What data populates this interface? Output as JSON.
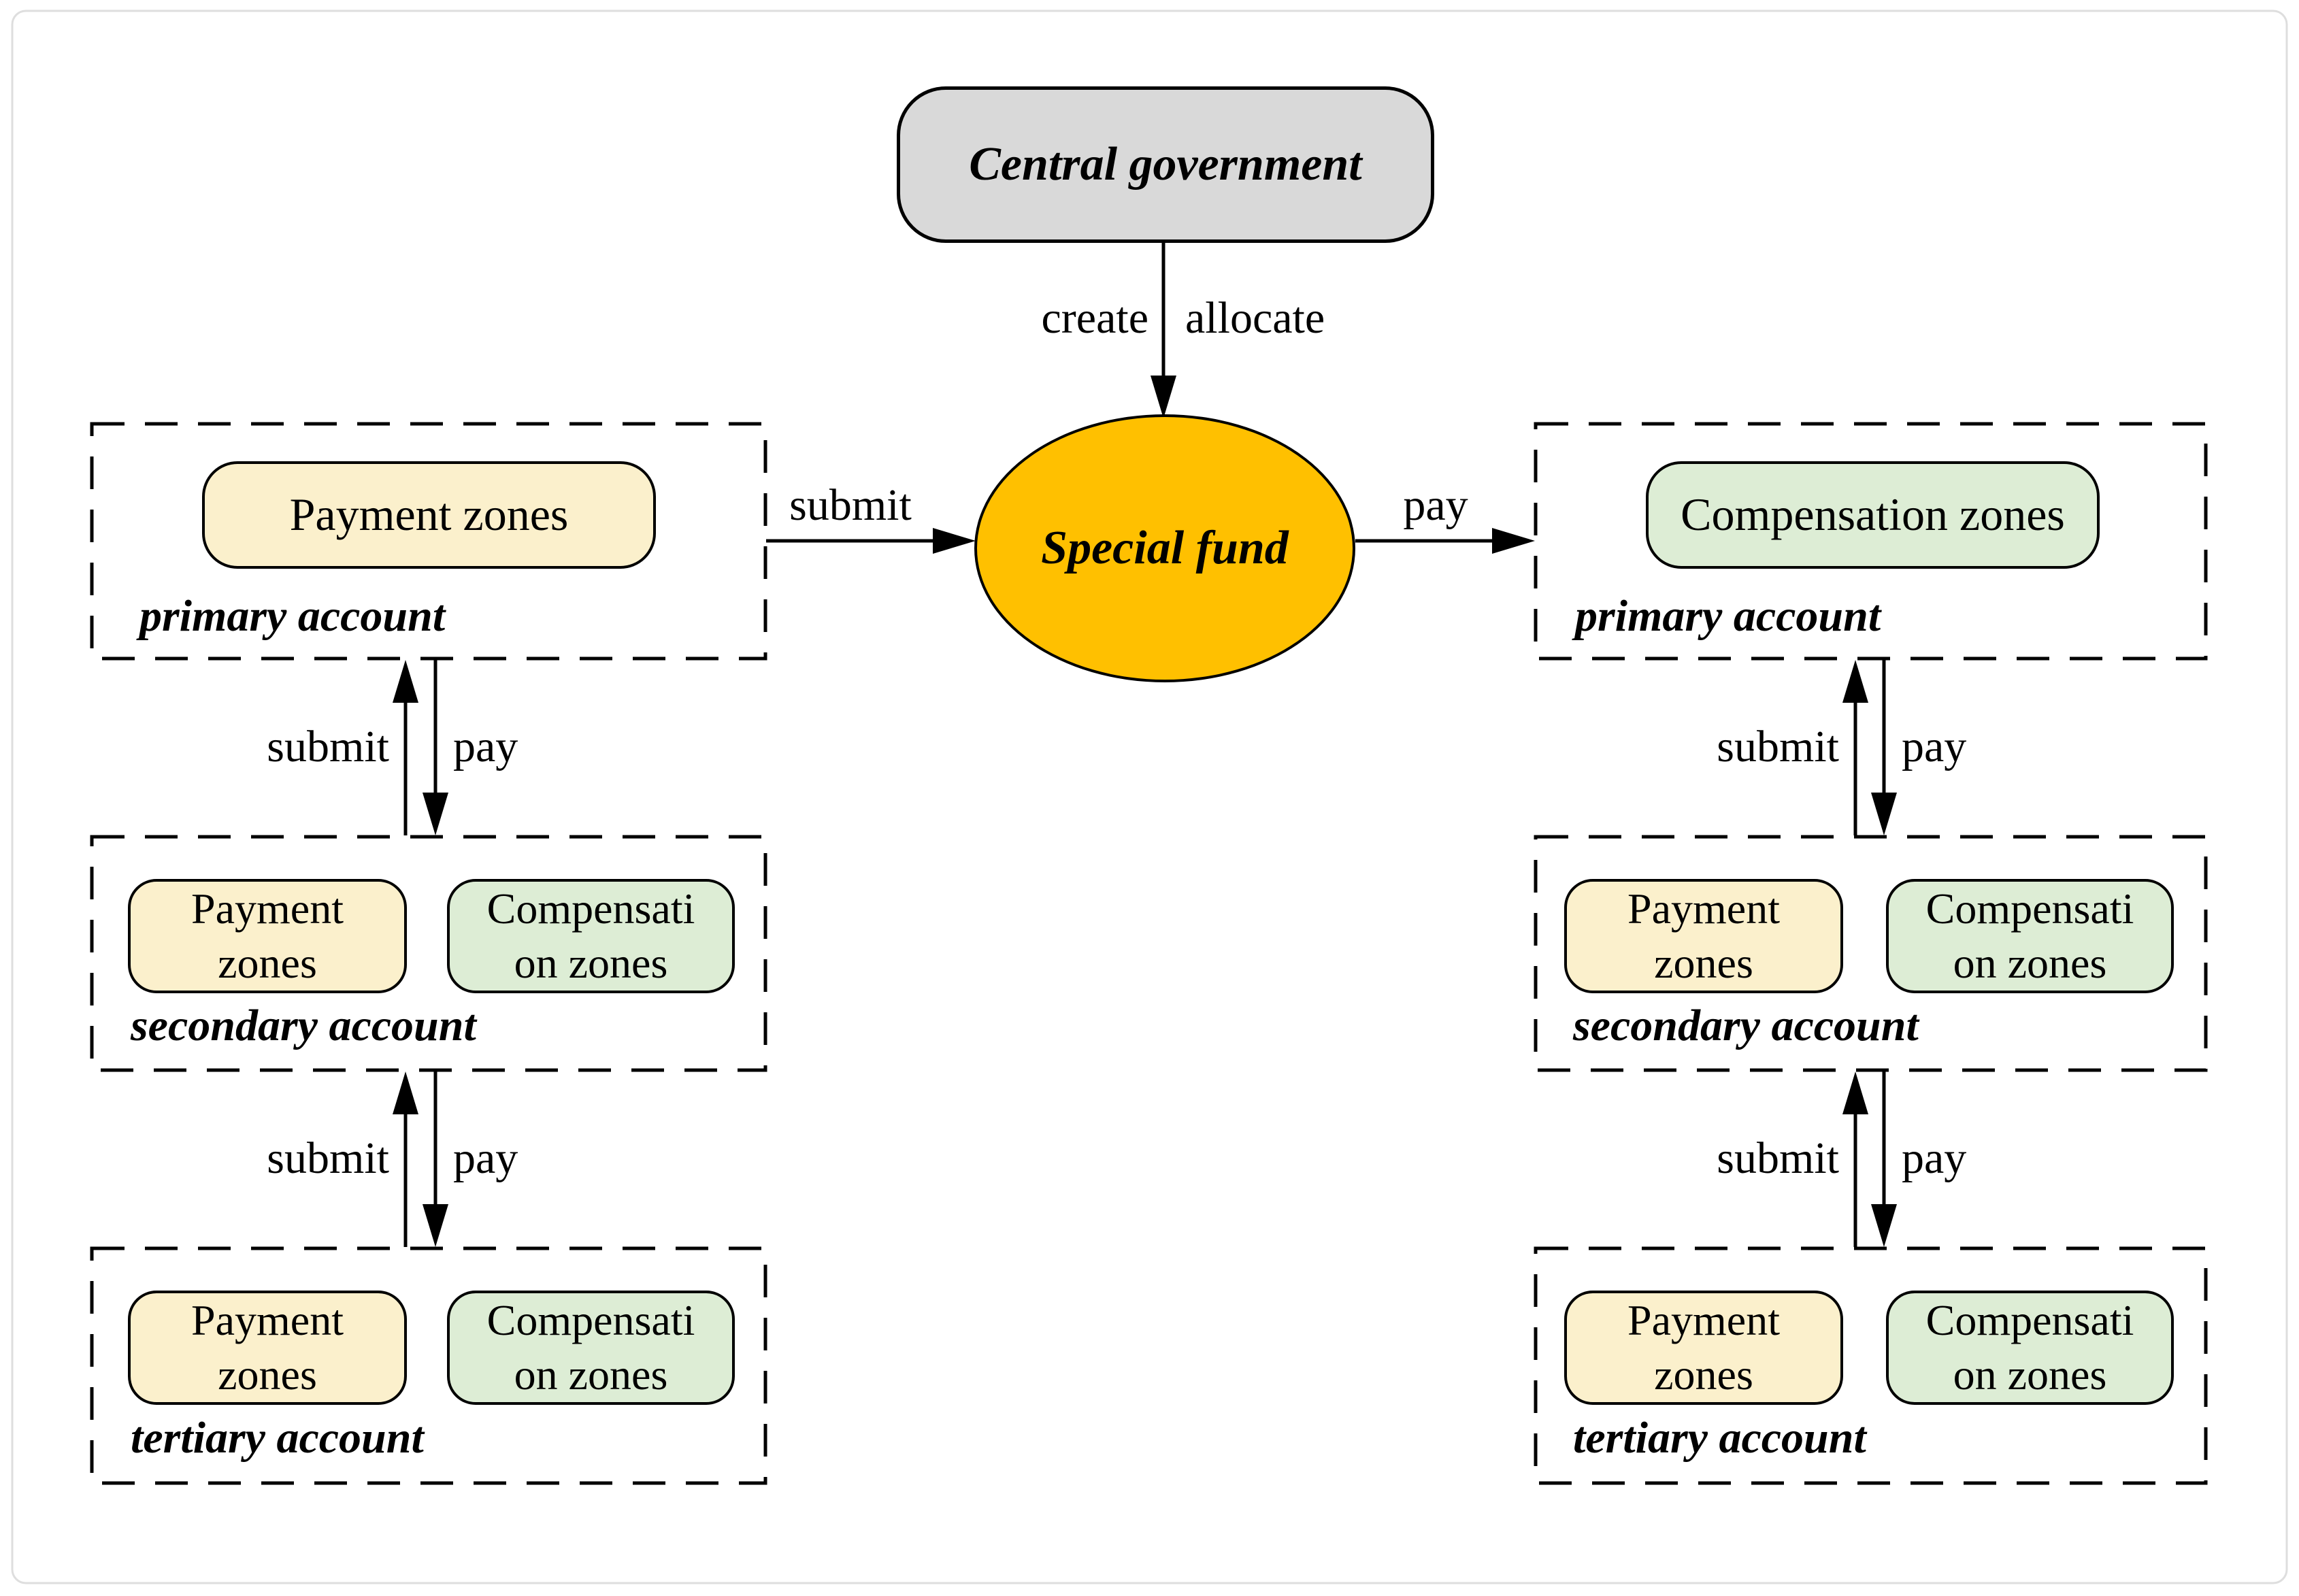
{
  "figure": {
    "type": "flow-diagram"
  },
  "nodes": {
    "central_government": "Central government",
    "special_fund": "Special fund",
    "payment_zones": "Payment zones",
    "compensation_zones": "Compensation zones",
    "payment_zones_wrapped": [
      "Payment",
      "zones"
    ],
    "compensation_zones_wrapped": [
      "Compensati",
      "on zones"
    ]
  },
  "edge_labels": {
    "create": "create",
    "allocate": "allocate",
    "submit": "submit",
    "pay": "pay"
  },
  "account_labels": {
    "primary": "primary account",
    "secondary": "secondary account",
    "tertiary": "tertiary account"
  },
  "colors": {
    "central_government_fill": "#d9d9d9",
    "special_fund_fill": "#ffc000",
    "payment_zone_fill": "#fbf0cc",
    "compensation_zone_fill": "#ddedd5",
    "outline": "#000000",
    "frame_border": "#dedede"
  }
}
